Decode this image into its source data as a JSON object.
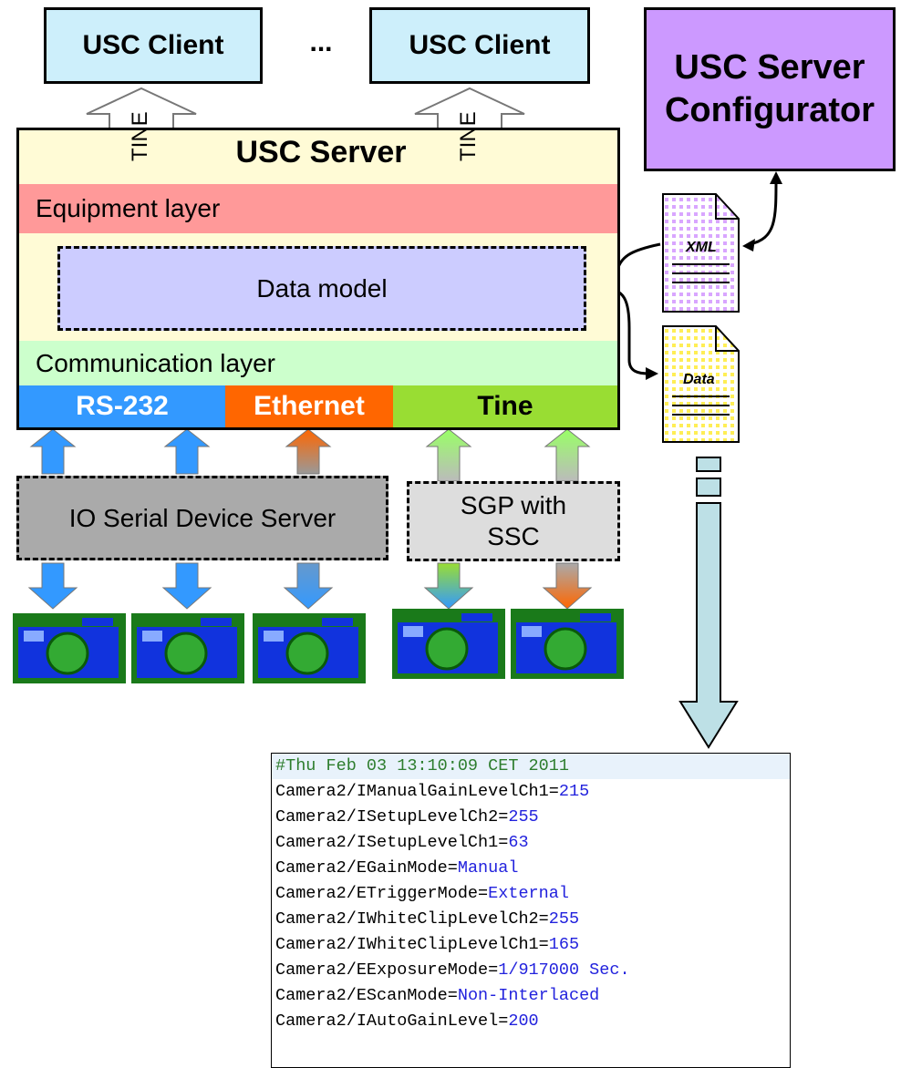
{
  "clients": {
    "left": "USC Client",
    "ellipsis": "...",
    "right": "USC Client"
  },
  "configurator": {
    "line1": "USC Server",
    "line2": "Configurator"
  },
  "tine_arrow_label": "TINE",
  "server": {
    "title": "USC Server",
    "equipment_layer": "Equipment layer",
    "data_model": "Data model",
    "communication_layer": "Communication layer",
    "protocols": {
      "rs232": "RS-232",
      "ethernet": "Ethernet",
      "tine": "Tine"
    }
  },
  "devices": {
    "io_server": "IO Serial Device Server",
    "sgp_line1": "SGP with",
    "sgp_line2": "SSC"
  },
  "files": {
    "xml": "XML",
    "data": "Data"
  },
  "colors": {
    "client": "#cdeffb",
    "configurator": "#cc99ff",
    "server": "#fffbd6",
    "equipment": "#ff9999",
    "data_model": "#ccccff",
    "communication": "#ccffcc",
    "rs232": "#3399ff",
    "ethernet": "#ff6600",
    "tine": "#99dd33"
  },
  "data_file": {
    "header": "#Thu Feb 03 13:10:09 CET 2011",
    "lines": [
      {
        "key": "Camera2/IManualGainLevelCh1=",
        "value": "215"
      },
      {
        "key": "Camera2/ISetupLevelCh2=",
        "value": "255"
      },
      {
        "key": "Camera2/ISetupLevelCh1=",
        "value": "63"
      },
      {
        "key": "Camera2/EGainMode=",
        "value": "Manual"
      },
      {
        "key": "Camera2/ETriggerMode=",
        "value": "External"
      },
      {
        "key": "Camera2/IWhiteClipLevelCh2=",
        "value": "255"
      },
      {
        "key": "Camera2/IWhiteClipLevelCh1=",
        "value": "165"
      },
      {
        "key": "Camera2/EExposureMode=",
        "value": "1/917000 Sec."
      },
      {
        "key": "Camera2/EScanMode=",
        "value": "Non-Interlaced"
      },
      {
        "key": "Camera2/IAutoGainLevel=",
        "value": "200"
      }
    ]
  }
}
